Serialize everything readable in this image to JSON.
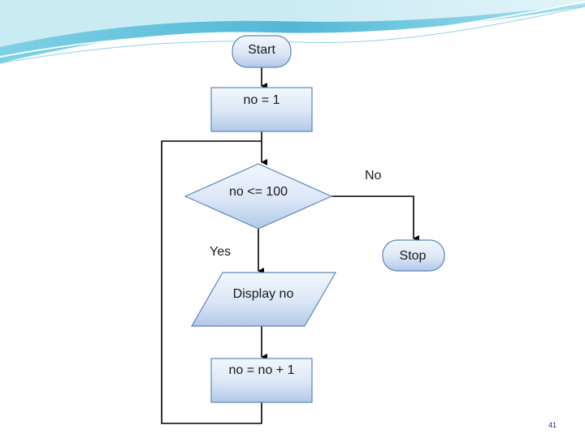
{
  "nodes": {
    "start": "Start",
    "init": "no = 1",
    "condition": "no <= 100",
    "output": "Display no",
    "increment": "no = no + 1",
    "stop": "Stop"
  },
  "edges": {
    "yes_label": "Yes",
    "no_label": "No"
  },
  "page_number": "41",
  "colors": {
    "shape_border": "#5b86b8",
    "shape_fill_top": "#eef4fc",
    "shape_fill_bottom": "#b7cdea",
    "line": "#000000",
    "wave_accent": "#3aa9c9"
  }
}
